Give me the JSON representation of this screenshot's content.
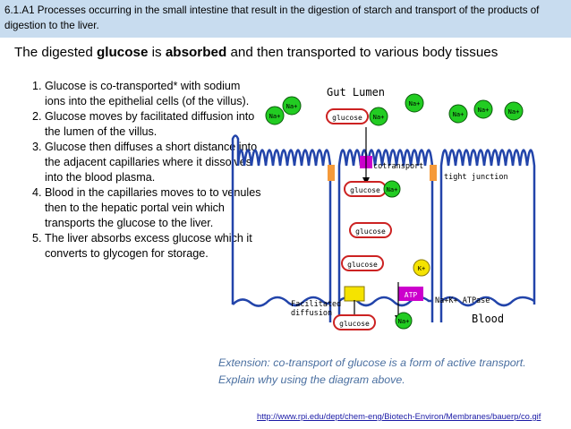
{
  "header": {
    "text": "6.1.A1 Processes occurring in the small intestine that result in the digestion of starch and transport of the products of digestion to the liver."
  },
  "title": {
    "pre": "The digested ",
    "glucose": "glucose",
    "mid": " is ",
    "absorbed": "absorbed",
    "post": " and then transported to various body tissues"
  },
  "steps": [
    "Glucose is co-transported* with sodium ions into the epithelial cells (of the villus).",
    "Glucose moves by facilitated diffusion into the lumen of the villus.",
    "Glucose then diffuses a short distance into the adjacent capillaries where it dissolves into the blood plasma.",
    "Blood in the capillaries moves to to venules then to the hepatic portal vein which transports the glucose to the liver.",
    "The liver absorbs excess glucose which it converts to glycogen for storage."
  ],
  "extension": "Extension: co-transport of glucose is a form of active transport. Explain why using the diagram above.",
  "url": "http://www.rpi.edu/dept/chem-eng/Biotech-Environ/Membranes/bauerp/co.gif",
  "diagram": {
    "gut_lumen": "Gut Lumen",
    "blood": "Blood",
    "cotransport": "cotransport",
    "tight_junction": "tight junction",
    "facilitated_diffusion_1": "Facilitated",
    "facilitated_diffusion_2": "diffusion",
    "na_k_atpase": "Na+K+ ATPase",
    "atp": "ATP",
    "glucose": "glucose",
    "na": "Na+",
    "k": "K+"
  },
  "colors": {
    "header_bg": "#c8dcef",
    "na_green": "#22cc22",
    "membrane_blue": "#2244aa",
    "glucose_red": "#cc2222",
    "extension_text": "#4a6fa0",
    "junction_orange": "#f59a3a",
    "channel_yellow": "#f5e300",
    "atp_magenta": "#cc00cc",
    "k_yellow": "#f5e300"
  }
}
